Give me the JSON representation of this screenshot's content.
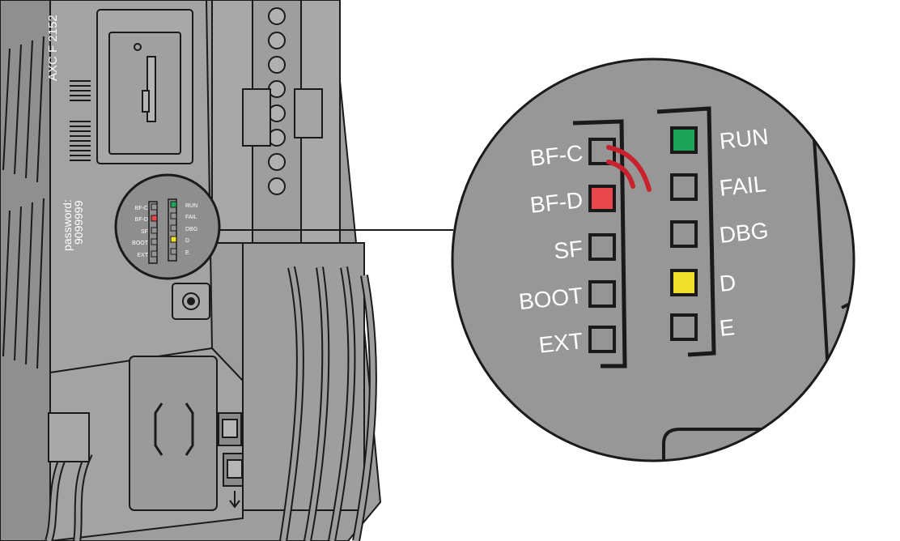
{
  "device": {
    "model": "AXC F 2152",
    "password_label": "password:",
    "password_value": "9099999"
  },
  "led_panel": {
    "left_column": [
      {
        "label": "BF-C",
        "state": "off"
      },
      {
        "label": "BF-D",
        "state": "on",
        "color": "#e8474c"
      },
      {
        "label": "SF",
        "state": "off"
      },
      {
        "label": "BOOT",
        "state": "off"
      },
      {
        "label": "EXT",
        "state": "off"
      }
    ],
    "right_column": [
      {
        "label": "RUN",
        "state": "on",
        "color": "#1ea35b"
      },
      {
        "label": "FAIL",
        "state": "off"
      },
      {
        "label": "DBG",
        "state": "off"
      },
      {
        "label": "D",
        "state": "on",
        "color": "#f0e02a"
      },
      {
        "label": "E",
        "state": "off"
      }
    ],
    "signal_indicator_color": "#c8232c",
    "signal_indicator_icon": "wireless-signal-icon"
  },
  "colors": {
    "housing": "#9d9d9d",
    "outline": "#1a1a1a",
    "zoom_fill": "#979797",
    "led_off": "#959595"
  }
}
